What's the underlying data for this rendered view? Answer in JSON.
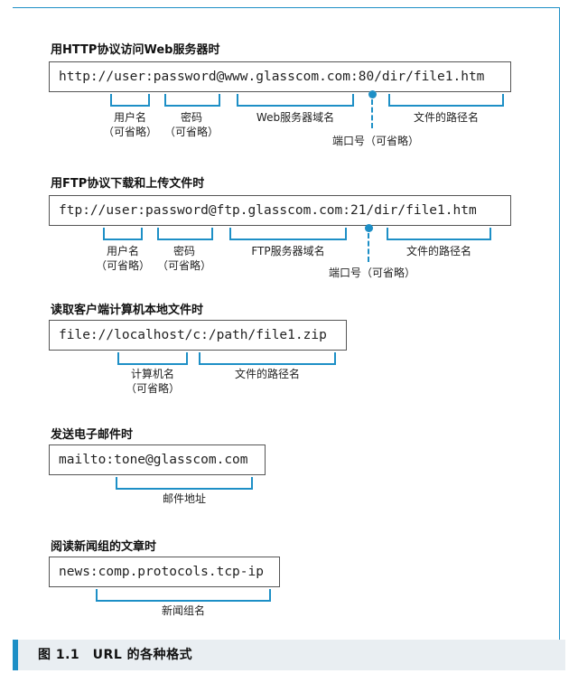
{
  "sections": [
    {
      "title": "用HTTP协议访问Web服务器时",
      "url": "http://user:password@www.glasscom.com:80/dir/file1.htm",
      "labels": {
        "user": "用户名",
        "user_opt": "（可省略）",
        "password": "密码",
        "password_opt": "（可省略）",
        "server": "Web服务器域名",
        "port": "端口号（可省略）",
        "path": "文件的路径名"
      }
    },
    {
      "title": "用FTP协议下载和上传文件时",
      "url": "ftp://user:password@ftp.glasscom.com:21/dir/file1.htm",
      "labels": {
        "user": "用户名",
        "user_opt": "（可省略）",
        "password": "密码",
        "password_opt": "（可省略）",
        "server": "FTP服务器域名",
        "port": "端口号（可省略）",
        "path": "文件的路径名"
      }
    },
    {
      "title": "读取客户端计算机本地文件时",
      "url": "file://localhost/c:/path/file1.zip",
      "labels": {
        "host": "计算机名",
        "host_opt": "（可省略）",
        "path": "文件的路径名"
      }
    },
    {
      "title": "发送电子邮件时",
      "url": "mailto:tone@glasscom.com",
      "labels": {
        "address": "邮件地址"
      }
    },
    {
      "title": "阅读新闻组的文章时",
      "url": "news:comp.protocols.tcp-ip",
      "labels": {
        "group": "新闻组名"
      }
    }
  ],
  "caption": "图 1.1　URL 的各种格式",
  "accent_color": "#1d8fc6"
}
